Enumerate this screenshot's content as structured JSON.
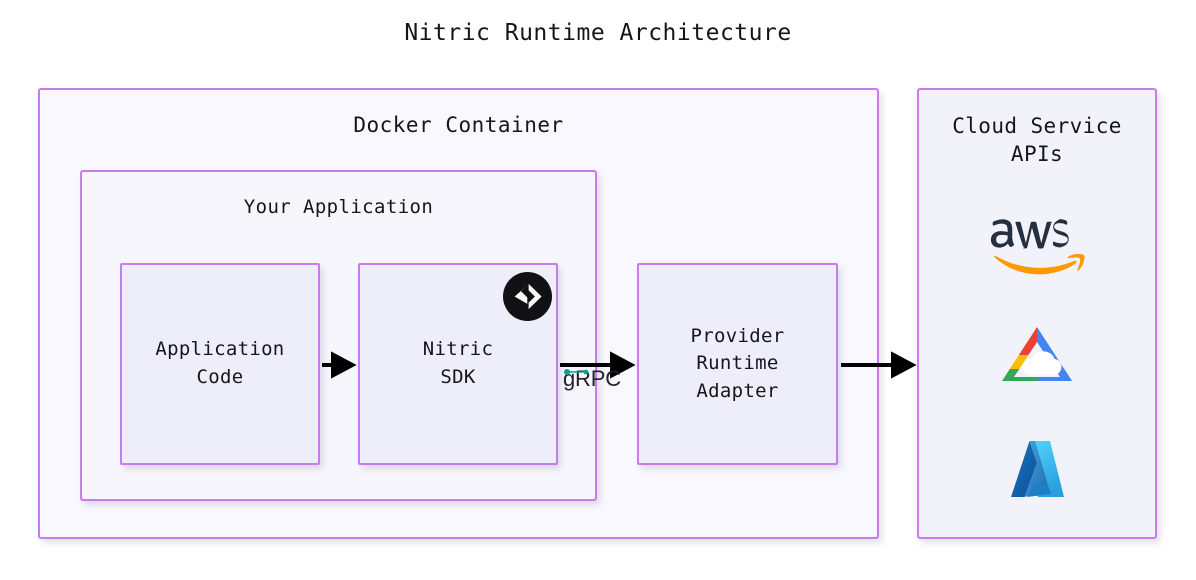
{
  "diagram": {
    "title": "Nitric Runtime Architecture",
    "theme": {
      "border_color": "#c77ceb",
      "outer_fill": "#f9f8fe",
      "inner_fill": "#eeeefb",
      "cloud_panel_fill": "#f2f2fb",
      "text_color": "#15161a",
      "arrow_color": "#000000",
      "grpc_marker_color": "#109e92",
      "page_background": "#ffffff"
    },
    "containers": {
      "docker": {
        "label": "Docker Container"
      },
      "application": {
        "label": "Your Application"
      },
      "cloud": {
        "label": "Cloud Service\nAPIs"
      }
    },
    "nodes": {
      "application_code": {
        "label": "Application\nCode"
      },
      "nitric_sdk": {
        "label": "Nitric\nSDK",
        "badge_icon": "nitric-logo-icon"
      },
      "provider_runtime_adapter": {
        "label": "Provider\nRuntime\nAdapter"
      }
    },
    "edges": [
      {
        "id": "code-to-sdk",
        "from": "application_code",
        "to": "nitric_sdk",
        "label": ""
      },
      {
        "id": "sdk-to-adapter",
        "from": "nitric_sdk",
        "to": "provider_runtime_adapter",
        "label": "gRPC"
      },
      {
        "id": "adapter-to-cloud",
        "from": "provider_runtime_adapter",
        "to": "cloud",
        "label": ""
      }
    ],
    "cloud_providers": [
      {
        "id": "aws",
        "name": "aws",
        "icon": "aws-logo-icon",
        "colors": {
          "wordmark": "#252f3e",
          "swoosh": "#f90"
        }
      },
      {
        "id": "google-cloud",
        "name": "Google Cloud",
        "icon": "google-cloud-logo-icon",
        "colors": {
          "red": "#ea4335",
          "blue": "#4285f4",
          "yellow": "#fbbc04",
          "green": "#34a853"
        }
      },
      {
        "id": "azure",
        "name": "Azure",
        "icon": "azure-logo-icon",
        "colors": {
          "dark": "#0e5ba6",
          "light": "#39c4f3"
        }
      }
    ]
  }
}
